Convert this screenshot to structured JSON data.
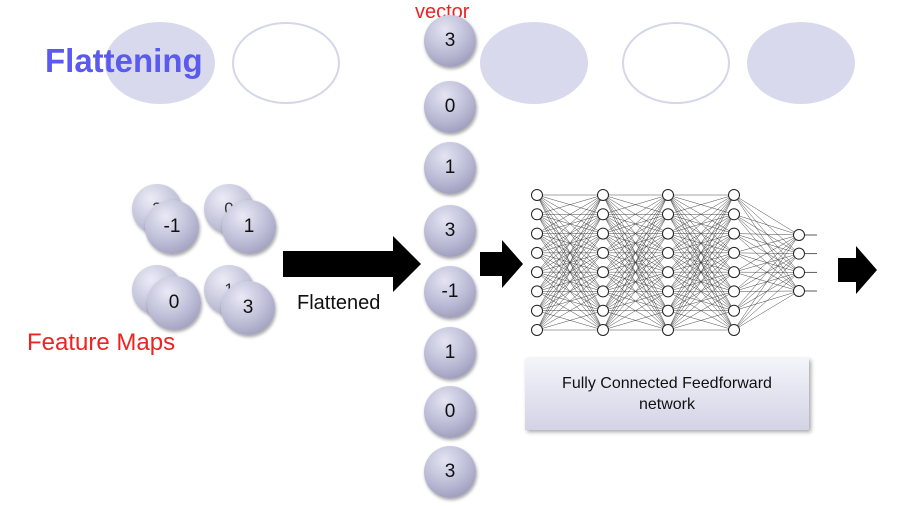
{
  "title": "Flattening",
  "vector_label": "vector",
  "feature_maps_label": "Feature Maps",
  "flattened_label": "Flattened",
  "feature_maps": [
    {
      "back": "3",
      "front": "-1"
    },
    {
      "back": "0",
      "front": "1"
    },
    {
      "back": "1",
      "front": "0"
    },
    {
      "back": "1",
      "front": "3"
    }
  ],
  "vector": [
    "3",
    "0",
    "1",
    "3",
    "-1",
    "1",
    "0",
    "3"
  ],
  "network_label": "Fully Connected Feedforward network",
  "network_layers": [
    8,
    8,
    8,
    8,
    4
  ],
  "colors": {
    "title": "#5a5aee",
    "red_text": "#ee2222",
    "node_ball": "#b9b9d4",
    "arrow": "#000000"
  }
}
